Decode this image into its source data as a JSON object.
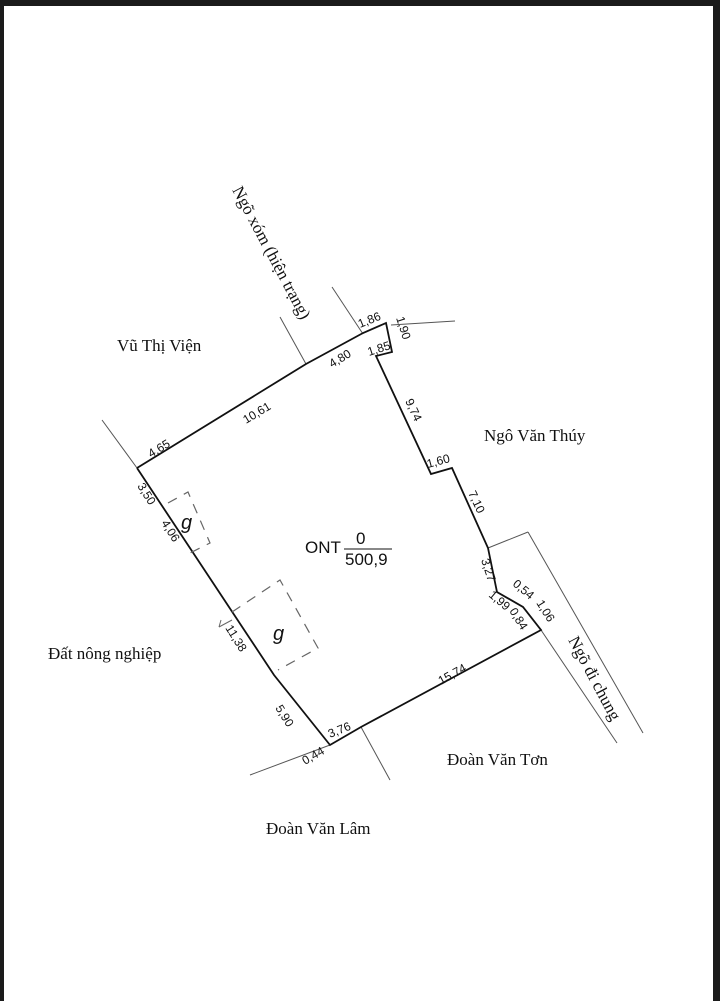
{
  "map": {
    "parcel": {
      "land_type": "ONT",
      "parcel_number": "0",
      "area": "500,9"
    },
    "neighbors": {
      "north_west": "Vũ Thị Viện",
      "east": "Ngô Văn Thúy",
      "west": "Đất nông nghiệp",
      "south_east": "Đoàn Văn Tơn",
      "south": "Đoàn Văn Lâm"
    },
    "roads": {
      "north": "Ngõ xóm (hiện trạng)",
      "east": "Ngõ đi chung"
    },
    "structure_labels": [
      "g",
      "g"
    ],
    "edge_lengths": {
      "top_left": "4,65",
      "top_mid": "10,61",
      "top_right": "4,80",
      "notch_top": "1,86",
      "notch_side": "1,90",
      "notch_bottom": "1,85",
      "right_upper": "9,74",
      "right_step": "1,60",
      "right_mid": "7,10",
      "right_lower": "3,27",
      "corner_a": "0,54",
      "corner_b": "1,06",
      "corner_c": "1,99",
      "corner_d": "0,84",
      "bottom_long": "15,74",
      "bottom_short": "3,76",
      "bottom_corner": "0,44",
      "left_1": "3,50",
      "left_2": "4,06",
      "left_3": "11,38",
      "left_4": "5,90"
    }
  }
}
